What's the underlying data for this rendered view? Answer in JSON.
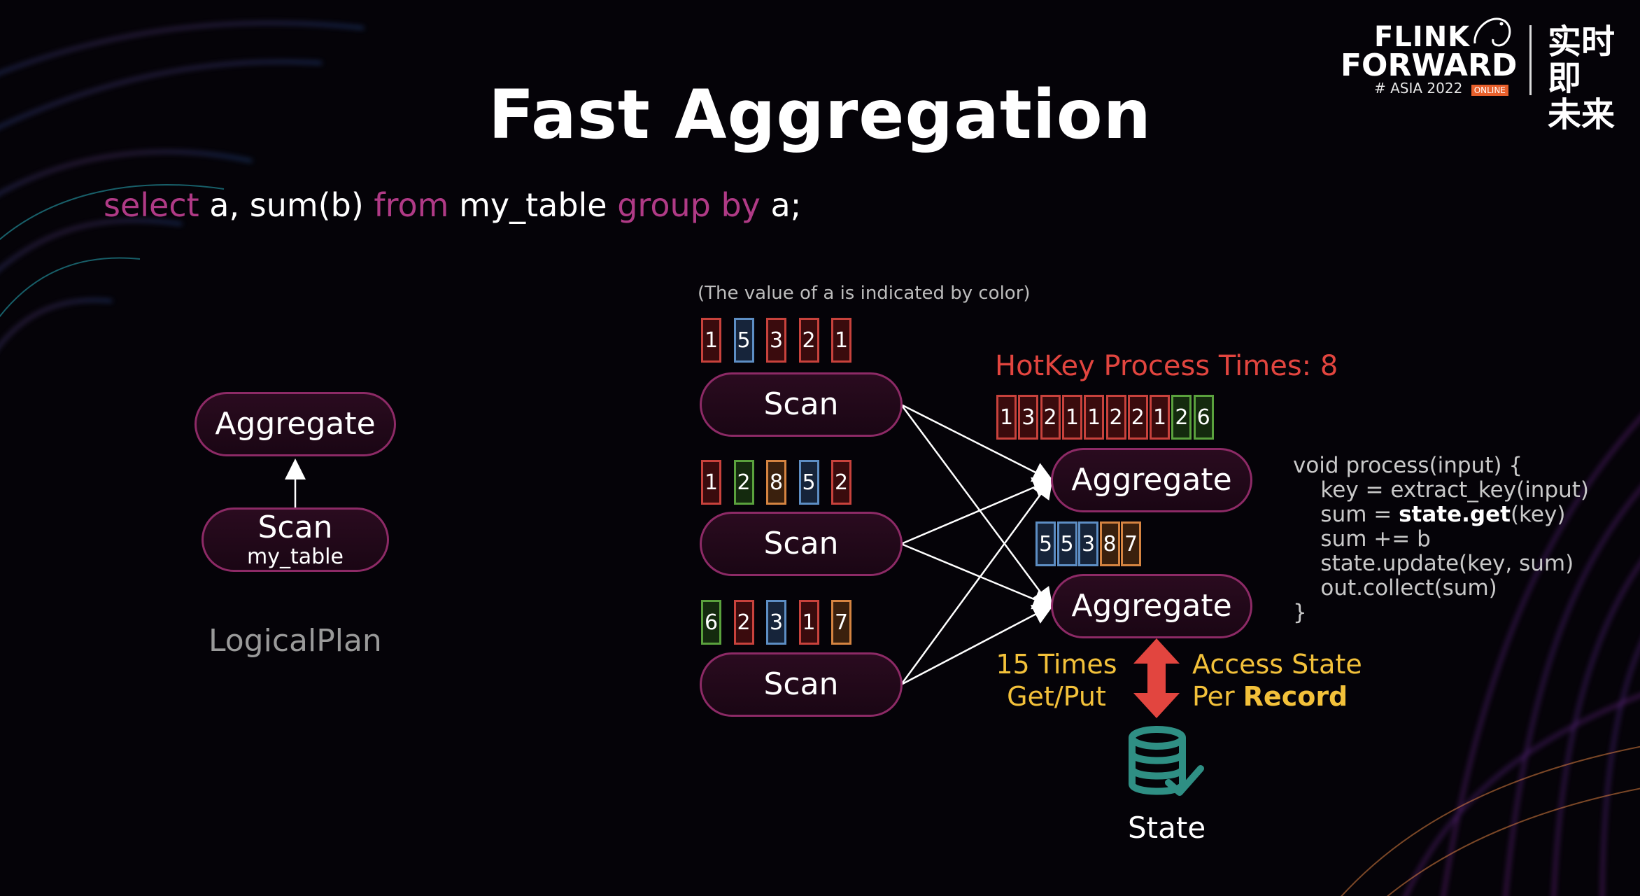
{
  "header": {
    "logo_line1": "FLINK",
    "logo_line2": "FORWARD",
    "logo_sub": "# ASIA 2022",
    "logo_badge": "ONLINE",
    "logo_cn_1": "实时即",
    "logo_cn_2": "未来"
  },
  "title": "Fast Aggregation",
  "sql": {
    "kw_select": "select",
    "part1": " a, sum(b) ",
    "kw_from": "from",
    "part2": " my_table ",
    "kw_group": "group by",
    "part3": " a;"
  },
  "logical_plan": {
    "aggregate_label": "Aggregate",
    "scan_label": "Scan",
    "scan_sub": "my_table",
    "caption": "LogicalPlan"
  },
  "physical": {
    "note": "(The value of a is indicated by color)",
    "scan_label": "Scan",
    "aggregate_label": "Aggregate",
    "hotkey_label": "HotKey Process Times: 8",
    "scan_inputs": [
      [
        {
          "v": "1",
          "c": "red"
        },
        {
          "v": "5",
          "c": "blue"
        },
        {
          "v": "3",
          "c": "red"
        },
        {
          "v": "2",
          "c": "red"
        },
        {
          "v": "1",
          "c": "red"
        }
      ],
      [
        {
          "v": "1",
          "c": "red"
        },
        {
          "v": "2",
          "c": "green"
        },
        {
          "v": "8",
          "c": "orange"
        },
        {
          "v": "5",
          "c": "blue"
        },
        {
          "v": "2",
          "c": "red"
        }
      ],
      [
        {
          "v": "6",
          "c": "green"
        },
        {
          "v": "2",
          "c": "red"
        },
        {
          "v": "3",
          "c": "blue"
        },
        {
          "v": "1",
          "c": "red"
        },
        {
          "v": "7",
          "c": "orange"
        }
      ]
    ],
    "agg1_inputs": [
      {
        "v": "1",
        "c": "red"
      },
      {
        "v": "3",
        "c": "red"
      },
      {
        "v": "2",
        "c": "red"
      },
      {
        "v": "1",
        "c": "red"
      },
      {
        "v": "1",
        "c": "red"
      },
      {
        "v": "2",
        "c": "red"
      },
      {
        "v": "2",
        "c": "red"
      },
      {
        "v": "1",
        "c": "red"
      },
      {
        "v": "2",
        "c": "green"
      },
      {
        "v": "6",
        "c": "green"
      }
    ],
    "agg2_inputs": [
      {
        "v": "5",
        "c": "blue"
      },
      {
        "v": "5",
        "c": "blue"
      },
      {
        "v": "3",
        "c": "blue"
      },
      {
        "v": "8",
        "c": "orange"
      },
      {
        "v": "7",
        "c": "orange"
      }
    ],
    "times_line1": "15 Times",
    "times_line2": "Get/Put",
    "access_line1": "Access State",
    "access_line2_a": "Per ",
    "access_line2_b": "Record",
    "state_label": "State"
  },
  "code": {
    "l1": "void process(input) {",
    "l2": "    key = extract_key(input)",
    "l3a": "    sum = ",
    "l3b": "state.get",
    "l3c": "(key)",
    "l4": "    sum += b",
    "l5": "    state.update(key, sum)",
    "l6": "    out.collect(sum)",
    "l7": "}"
  },
  "colors": {
    "keyword": "#b03a86",
    "pill_border": "#8d2a66",
    "hotkey": "#e2453f",
    "accent_yellow": "#f3c13a",
    "state_icon": "#2f8f84"
  }
}
